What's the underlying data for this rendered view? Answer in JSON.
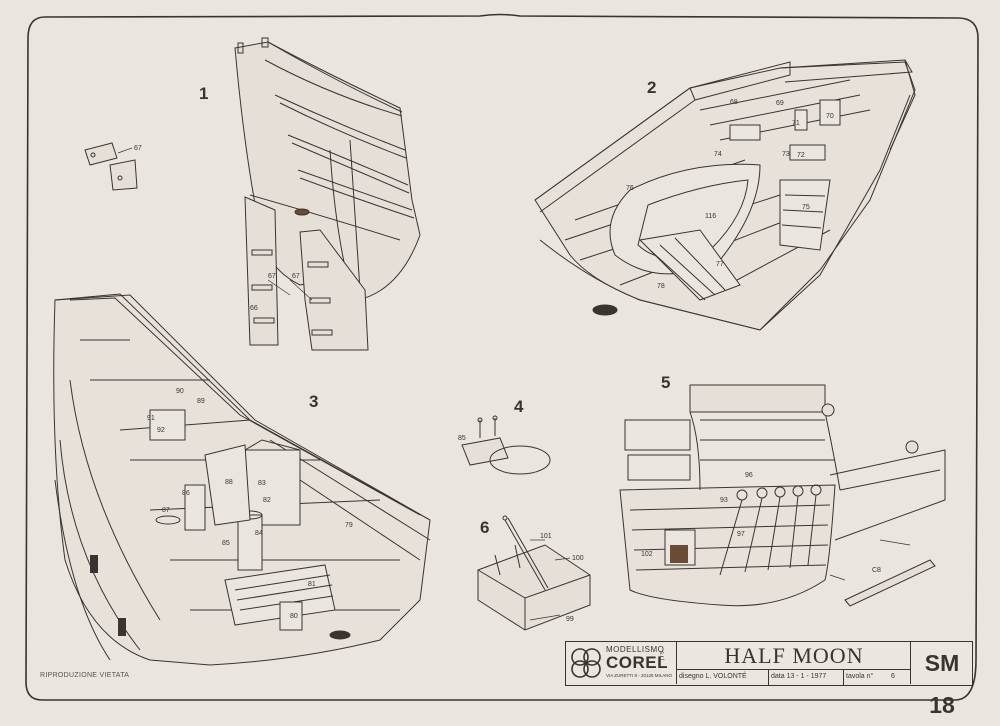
{
  "steps": [
    "1",
    "2",
    "3",
    "4",
    "5",
    "6"
  ],
  "callouts": {
    "s1": [
      "67",
      "67",
      "67",
      "66"
    ],
    "s2": [
      "68",
      "69",
      "70",
      "71",
      "72",
      "73",
      "74",
      "75",
      "76",
      "77",
      "78",
      "116"
    ],
    "s3": [
      "79",
      "80",
      "81",
      "82",
      "83",
      "84",
      "85",
      "86",
      "87",
      "88",
      "89",
      "90",
      "91",
      "92"
    ],
    "s4": [
      "85"
    ],
    "s5": [
      "93",
      "96",
      "97",
      "102",
      "C8"
    ],
    "s6": [
      "99",
      "100",
      "101"
    ]
  },
  "footer": {
    "notice": "RIPRODUZIONE VIETATA"
  },
  "title_block": {
    "logo_top": "MODELLISMO",
    "logo_brand": "COREL",
    "logo_srl": "s.r.l.",
    "logo_address": "VIA ZURETTI 8 - 20125 MILANO",
    "model_name": "HALF MOON",
    "code": "SM 18",
    "drawing": "disegno  L. VOLONTÉ",
    "date": "data  13 - 1 - 1977",
    "sheet": "tavola n°",
    "sheet_no": "6"
  },
  "colors": {
    "paper": "#ebe5df",
    "ink": "#3a3431",
    "brown": "#6b4a36"
  }
}
